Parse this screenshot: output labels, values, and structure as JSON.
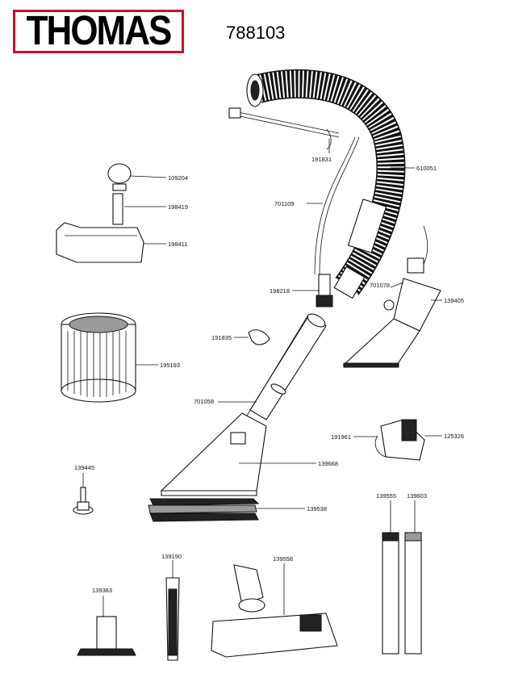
{
  "header": {
    "brand_logo": "THOMAS",
    "model_number": "788103"
  },
  "part_numbers": {
    "p109204": "109204",
    "p198419": "198419",
    "p198411": "198411",
    "p195193": "195193",
    "p139445": "139445",
    "p139383": "139383",
    "p139190": "139190",
    "p139558": "139558",
    "p191831": "191831",
    "p610051": "610051",
    "p701109": "701109",
    "p198218": "198218",
    "p701078": "701078",
    "p139405": "139405",
    "p191835": "191835",
    "p701058": "701058",
    "p191961": "191961",
    "p125326": "125326",
    "p139668": "139668",
    "p139538": "139538",
    "p139555": "139555",
    "p139603": "139603"
  },
  "colors": {
    "logo_border": "#c8102e",
    "line": "#111111",
    "background": "#ffffff"
  }
}
